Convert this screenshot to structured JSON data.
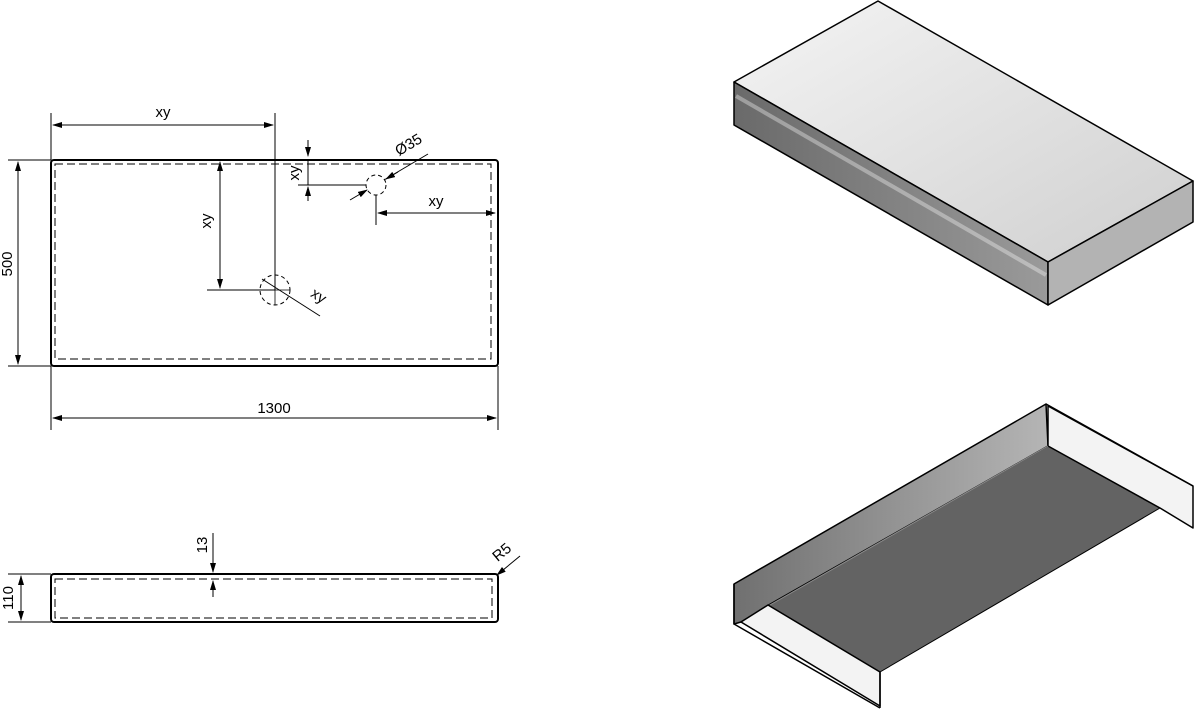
{
  "top_view": {
    "dim_hole1_x": "xy",
    "dim_hole1_y": "xy",
    "dim_hole1_dia": "xy",
    "dim_hole2_y": "xy",
    "dim_hole2_x": "xy",
    "dim_hole2_dia": "Ø35",
    "dim_length": "1300",
    "dim_width": "500"
  },
  "side_view": {
    "dim_height": "110",
    "dim_thickness": "13",
    "dim_radius": "R5"
  },
  "colors": {
    "line": "#000000",
    "top_surface": "#e0e0e0",
    "front_face": "#8a8a8a",
    "right_face": "#b0b0b0",
    "inner_floor": "#636363",
    "inner_wall": "#f2f2f2"
  }
}
